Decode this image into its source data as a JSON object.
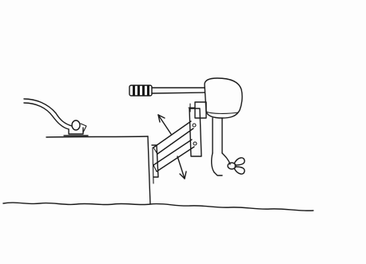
{
  "diagram": {
    "style": "hand-drawn pencil sketch",
    "ink_color": "#1a1a1a",
    "paper_color": "#fdfdfd",
    "elements": [
      "boat-hull",
      "mooring-cleat",
      "outboard-motor",
      "tiller-handle",
      "scissor-bracket",
      "pivot-arrows",
      "propeller",
      "water-surface"
    ]
  }
}
